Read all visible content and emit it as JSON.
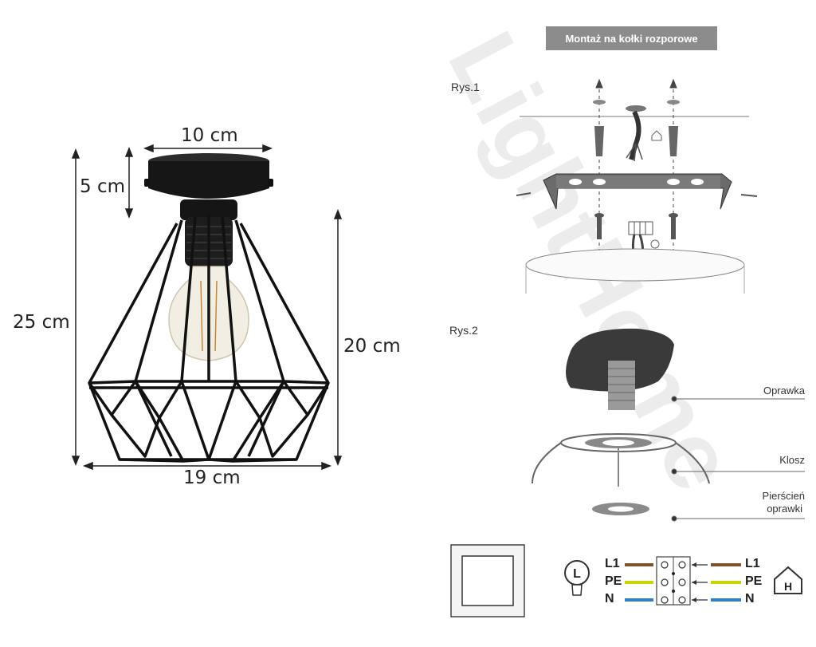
{
  "dimensions": {
    "top_width": "10 cm",
    "canopy_height": "5 cm",
    "total_height": "25 cm",
    "shade_height": "20 cm",
    "shade_width": "19 cm"
  },
  "mounting": {
    "title": "Montaż na kołki rozporowe",
    "fig1": "Rys.1",
    "fig2": "Rys.2"
  },
  "parts": {
    "socket": "Oprawka",
    "shade": "Klosz",
    "ring_line1": "Pierścień",
    "ring_line2": "oprawki"
  },
  "wiring": {
    "lamp_symbol": "L",
    "house_symbol": "H",
    "rows": [
      {
        "left": "L1",
        "right": "L1",
        "color": "#7a5230"
      },
      {
        "left": "PE",
        "right": "PE",
        "color": "#c8d400"
      },
      {
        "left": "N",
        "right": "N",
        "color": "#2f7fc1"
      }
    ]
  },
  "watermark": "LightHome",
  "colors": {
    "lamp": "#1a1a1a",
    "diagram_gray": "#5a5a5a",
    "title_bg": "#8c8c8c"
  }
}
